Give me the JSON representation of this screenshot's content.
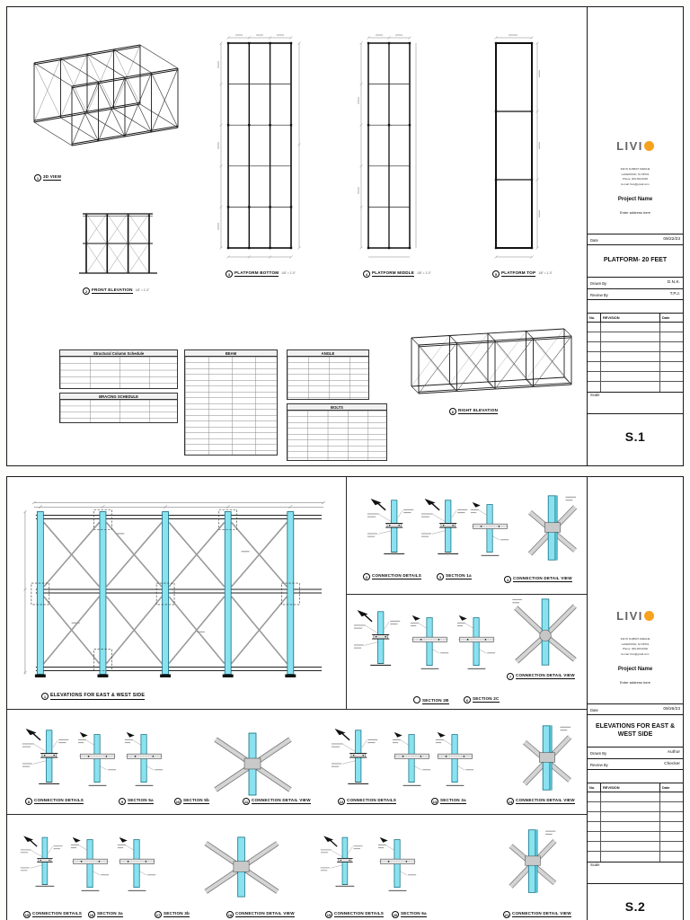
{
  "sheet1": {
    "views": [
      {
        "num": "1",
        "label": "3D VIEW",
        "scale": ""
      },
      {
        "num": "2",
        "label": "FRONT ELEVATION",
        "scale": "1/8\" = 1'-0\""
      },
      {
        "num": "3",
        "label": "PLATFORM BOTTOM",
        "scale": "1/8\" = 1'-0\""
      },
      {
        "num": "4",
        "label": "PLATFORM MIDDLE",
        "scale": "1/8\" = 1'-0\""
      },
      {
        "num": "5",
        "label": "PLATFORM TOP",
        "scale": "1/8\" = 1'-0\""
      },
      {
        "num": "6",
        "label": "RIGHT ELEVATION",
        "scale": ""
      }
    ],
    "tables": [
      {
        "title": "Structural Column Schedule"
      },
      {
        "title": "BRACING SCHEDULE"
      },
      {
        "title": "BEAM"
      },
      {
        "title": "ANGLE"
      },
      {
        "title": "BOLTS"
      }
    ],
    "titleblock": {
      "logo_text": "LIVI",
      "company_lines": [
        "349 W SUMMIT AVENUE",
        "LAKEWOOD, NJ 08701",
        "Phone: 000-000-0000",
        "E-mail: livio@gmail.com"
      ],
      "project_name": "Project Name",
      "project_address": "Enter address here",
      "date_label": "Date",
      "date_value": "09/22/23",
      "sheet_title": "PLATFORM- 20 FEET",
      "drawn_label": "Drawn By",
      "drawn_value": "D.N.K.",
      "review_label": "Review By",
      "review_value": "T.P.J.",
      "rev_no_label": "No.",
      "rev_name_label": "REVISION",
      "rev_date_label": "Date",
      "scale_label": "Scale",
      "sheet_number": "S.1"
    }
  },
  "sheet2": {
    "figures": [
      {
        "num": "1",
        "label": "ELEVATIONS FOR EAST & WEST SIDE"
      },
      {
        "num": "2",
        "label": "CONNECTION DETAILS"
      },
      {
        "num": "3",
        "label": "SECTION 1a"
      },
      {
        "num": "4",
        "label": "CONNECTION DETAIL VIEW"
      },
      {
        "num": "5",
        "label": "SECTION 2B"
      },
      {
        "num": "6",
        "label": "SECTION 2C"
      },
      {
        "num": "7",
        "label": "CONNECTION DETAIL VIEW"
      },
      {
        "num": "8",
        "label": "CONNECTION DETAILS"
      },
      {
        "num": "9",
        "label": "SECTION 5a"
      },
      {
        "num": "10",
        "label": "SECTION 5b"
      },
      {
        "num": "11",
        "label": "CONNECTION DETAIL VIEW"
      },
      {
        "num": "12",
        "label": "CONNECTION DETAILS"
      },
      {
        "num": "13",
        "label": "SECTION 3a"
      },
      {
        "num": "14",
        "label": "CONNECTION DETAIL VIEW"
      },
      {
        "num": "15",
        "label": "CONNECTION DETAILS"
      },
      {
        "num": "16",
        "label": "SECTION 3a"
      },
      {
        "num": "17",
        "label": "SECTION 3b"
      },
      {
        "num": "18",
        "label": "CONNECTION DETAIL VIEW"
      },
      {
        "num": "19",
        "label": "CONNECTION DETAILS"
      },
      {
        "num": "20",
        "label": "SECTION 6a"
      },
      {
        "num": "21",
        "label": "CONNECTION DETAIL VIEW"
      }
    ],
    "titleblock": {
      "logo_text": "LIVI",
      "company_lines": [
        "349 W SUMMIT AVENUE",
        "LAKEWOOD, NJ 08701",
        "Phone: 000-000-0000",
        "E-mail: livio@gmail.com"
      ],
      "project_name": "Project Name",
      "project_address": "Enter address here",
      "date_label": "Date",
      "date_value": "09/26/23",
      "sheet_title": "ELEVATIONS FOR EAST & WEST SIDE",
      "drawn_label": "Drawn By",
      "drawn_value": "Author",
      "review_label": "Review By",
      "review_value": "Checker",
      "rev_no_label": "No.",
      "rev_name_label": "REVISION",
      "rev_date_label": "Date",
      "scale_label": "Scale",
      "sheet_number": "S.2"
    }
  },
  "colors": {
    "member_cyan": "#8AE2F0",
    "member_gray": "#BFBFBF",
    "accent_orange": "#F7A21C"
  }
}
